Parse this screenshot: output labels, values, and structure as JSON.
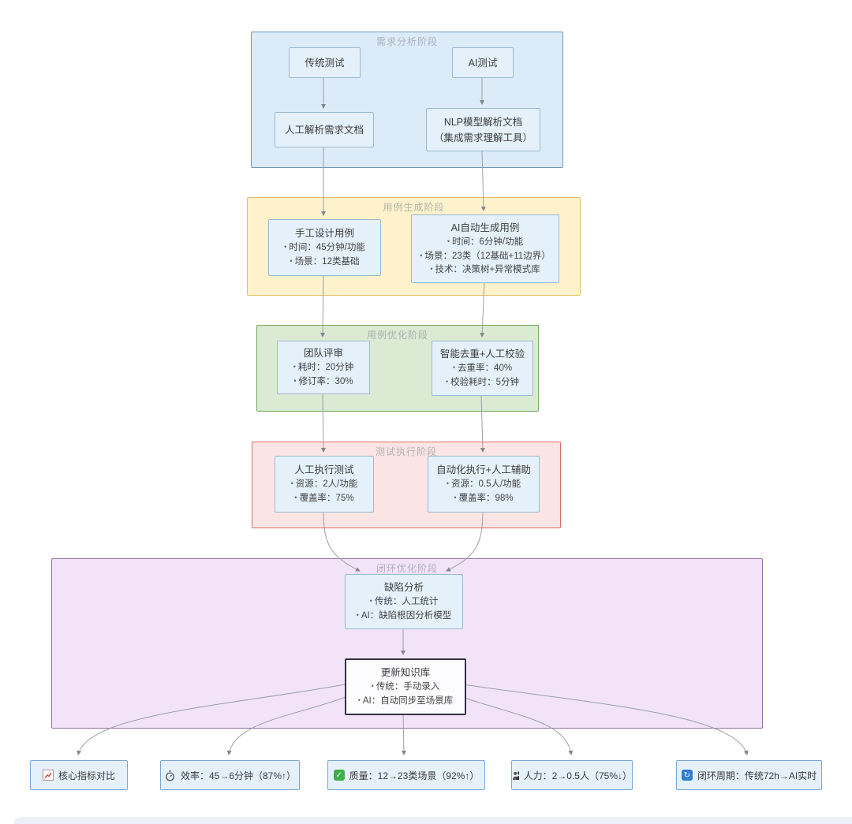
{
  "diagram": {
    "stages": {
      "requirements": {
        "title": "需求分析阶段",
        "fill": "#dcebf8",
        "border": "#7097b8"
      },
      "generation": {
        "title": "用例生成阶段",
        "fill": "#fdf2cb",
        "border": "#dfc067"
      },
      "optimization": {
        "title": "用例优化阶段",
        "fill": "#dbead2",
        "border": "#74a85e"
      },
      "execution": {
        "title": "测试执行阶段",
        "fill": "#fbe5e4",
        "border": "#d96c65"
      },
      "closed_loop": {
        "title": "闭环优化阶段",
        "fill": "#f2e3f8",
        "border": "#9673a6"
      }
    },
    "nodes": {
      "traditional_test": {
        "title": "传统测试"
      },
      "ai_test": {
        "title": "AI测试"
      },
      "manual_parse": {
        "title": "人工解析需求文档"
      },
      "nlp_parse": {
        "title": "NLP模型解析文档",
        "subtitle": "（集成需求理解工具）"
      },
      "manual_design": {
        "title": "手工设计用例",
        "bullets": [
          "时间：45分钟/功能",
          "场景：12类基础"
        ]
      },
      "ai_generate": {
        "title": "AI自动生成用例",
        "bullets": [
          "时间：6分钟/功能",
          "场景：23类（12基础+11边界）",
          "技术：决策树+异常模式库"
        ]
      },
      "team_review": {
        "title": "团队评审",
        "bullets": [
          "耗时：20分钟",
          "修订率：30%"
        ]
      },
      "smart_dedup": {
        "title": "智能去重+人工校验",
        "bullets": [
          "去重率：40%",
          "校验耗时：5分钟"
        ]
      },
      "manual_exec": {
        "title": "人工执行测试",
        "bullets": [
          "资源：2人/功能",
          "覆盖率：75%"
        ]
      },
      "auto_exec": {
        "title": "自动化执行+人工辅助",
        "bullets": [
          "资源：0.5人/功能",
          "覆盖率：98%"
        ]
      },
      "defect_analysis": {
        "title": "缺陷分析",
        "bullets": [
          "传统：人工统计",
          "AI：缺陷根因分析模型"
        ]
      },
      "update_kb": {
        "title": "更新知识库",
        "bullets": [
          "传统：手动录入",
          "AI：自动同步至场景库"
        ]
      }
    },
    "results": [
      {
        "icon": "chart-icon",
        "label": "核心指标对比"
      },
      {
        "icon": "stopwatch-icon",
        "label": "效率：45→6分钟（87%↑）"
      },
      {
        "icon": "check-icon",
        "label": "质量：12→23类场景（92%↑）"
      },
      {
        "icon": "people-icon",
        "label": "人力：2→0.5人（75%↓）"
      },
      {
        "icon": "cycle-icon",
        "label": "闭环周期：传统72h→AI实时"
      }
    ],
    "icon_glyphs": {
      "check": "✓",
      "cycle": "↻"
    },
    "edge_color": "#9aa0a6"
  }
}
